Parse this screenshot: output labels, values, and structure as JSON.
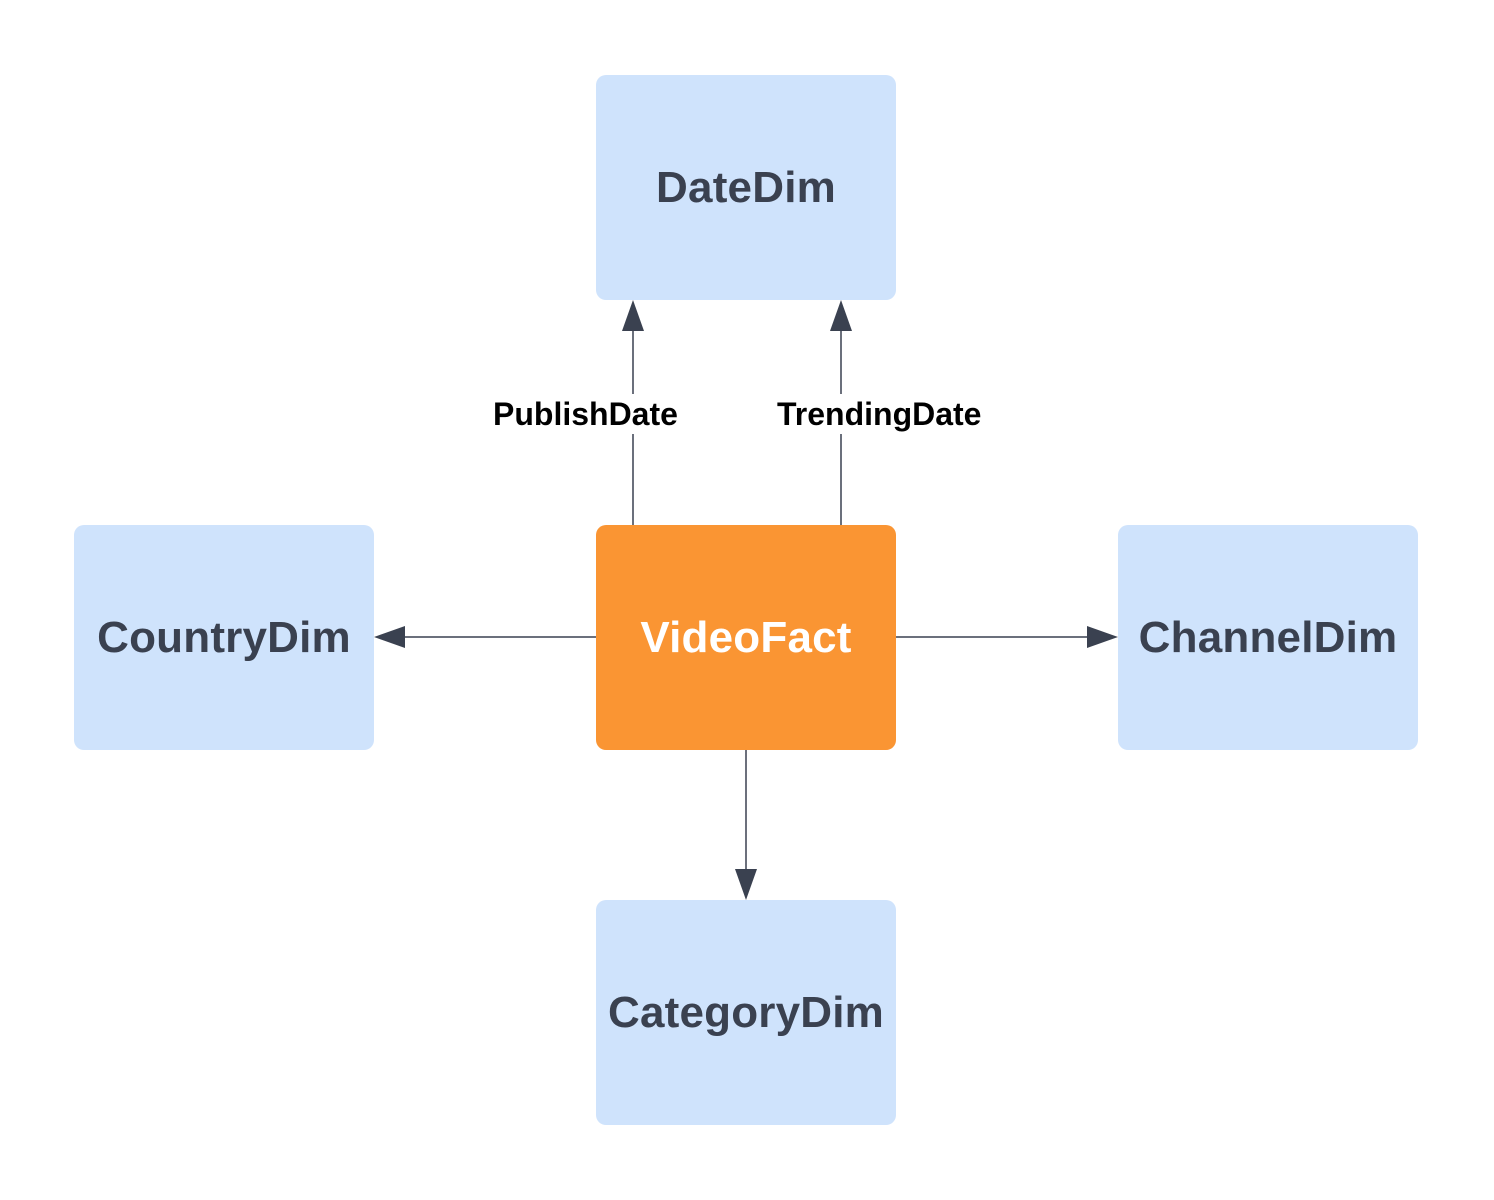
{
  "colors": {
    "dimension_fill": "#cfe3fc",
    "dimension_text": "#3a4150",
    "fact_fill": "#fa9533",
    "fact_text": "#ffffff",
    "edge": "#3a4150"
  },
  "nodes": {
    "fact": "VideoFact",
    "date": "DateDim",
    "country": "CountryDim",
    "channel": "ChannelDim",
    "category": "CategoryDim"
  },
  "edges": {
    "publish_date": "PublishDate",
    "trending_date": "TrendingDate"
  }
}
